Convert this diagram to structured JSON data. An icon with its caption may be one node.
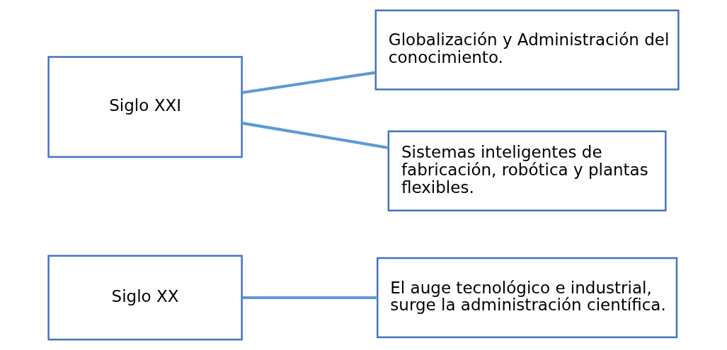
{
  "diagram": {
    "nodes": [
      {
        "text": [
          "Siglo XX"
        ]
      },
      {
        "text": [
          "El auge tecnológico e industrial, surge la administración científica."
        ]
      },
      {
        "text": [
          "Siglo XXI"
        ]
      },
      {
        "text": [
          "Globalización y Administración del conocimiento."
        ]
      },
      {
        "text": [
          "Sistemas inteligentes de fabricación, robótica y plantas flexibles."
        ]
      }
    ],
    "edges": [
      {
        "from": 0,
        "to": 1,
        "arrow": "none"
      },
      {
        "from": 2,
        "to": 3,
        "arrow": "none"
      },
      {
        "from": 2,
        "to": 4,
        "arrow": "none"
      }
    ]
  }
}
